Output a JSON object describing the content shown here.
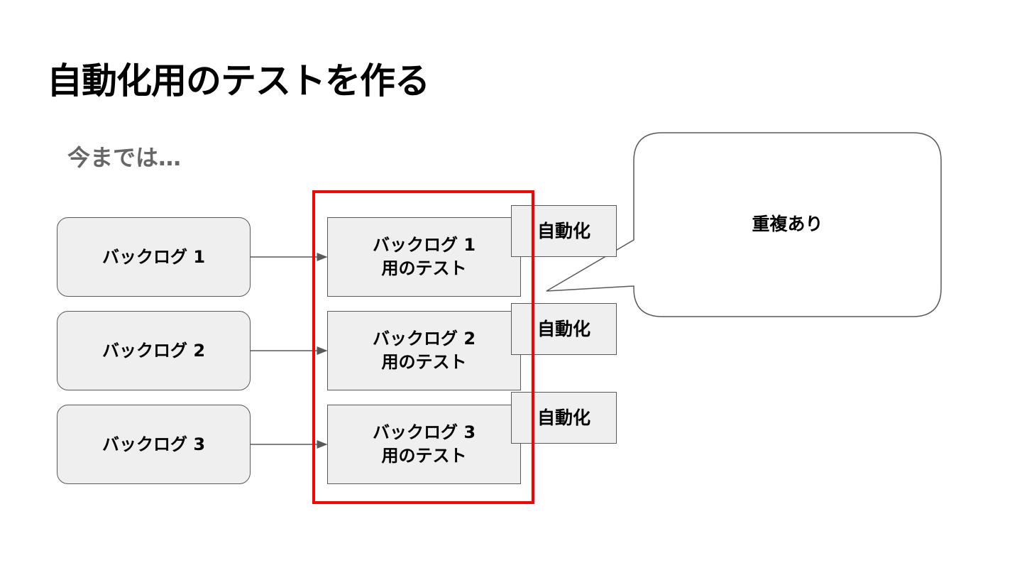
{
  "slide": {
    "title": "自動化用のテストを作る",
    "subtitle": "今までは…"
  },
  "backlogs": [
    {
      "label": "バックログ 1"
    },
    {
      "label": "バックログ 2"
    },
    {
      "label": "バックログ 3"
    }
  ],
  "tests": [
    {
      "label": "バックログ 1\n用のテスト"
    },
    {
      "label": "バックログ 2\n用のテスト"
    },
    {
      "label": "バックログ 3\n用のテスト"
    }
  ],
  "automation": [
    {
      "label": "自動化"
    },
    {
      "label": "自動化"
    },
    {
      "label": "自動化"
    }
  ],
  "callout": {
    "label": "重複あり"
  },
  "colors": {
    "highlight": "#ff0000",
    "box_fill": "#efefef",
    "border": "#595959",
    "subtitle": "#666666"
  }
}
